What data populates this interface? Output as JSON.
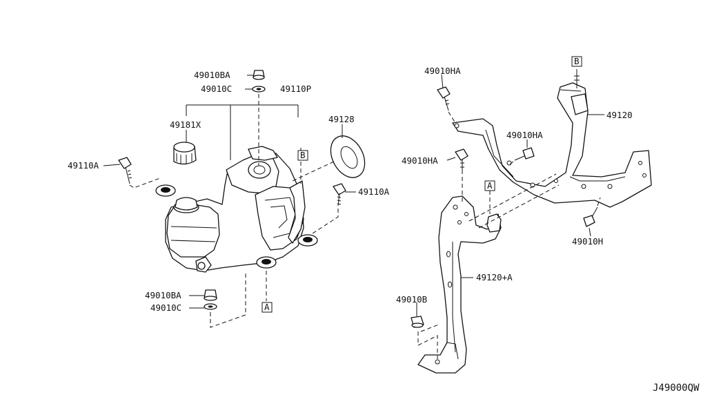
{
  "callouts": {
    "nut_49010BA_top": "49010BA",
    "washer_49010C_top": "49010C",
    "assy_49110P": "49110P",
    "cap_49181X": "49181X",
    "seal_49128": "49128",
    "bolt_49110A_left": "49110A",
    "bolt_49110A_right": "49110A",
    "nut_49010BA_bottom": "49010BA",
    "washer_49010C_bottom": "49010C",
    "bolt_49010HA_top": "49010HA",
    "bolt_49010HA_mid": "49010HA",
    "bolt_49010HA_left": "49010HA",
    "bracket_49120": "49120",
    "bolt_49010H": "49010H",
    "bracket_49120A": "49120+A",
    "nut_49010B": "49010B"
  },
  "refs": {
    "ref_B_pump": "B",
    "ref_A_pump": "A",
    "ref_B_bracket": "B",
    "ref_A_bracket": "A"
  },
  "diagram_code": "J49000QW"
}
